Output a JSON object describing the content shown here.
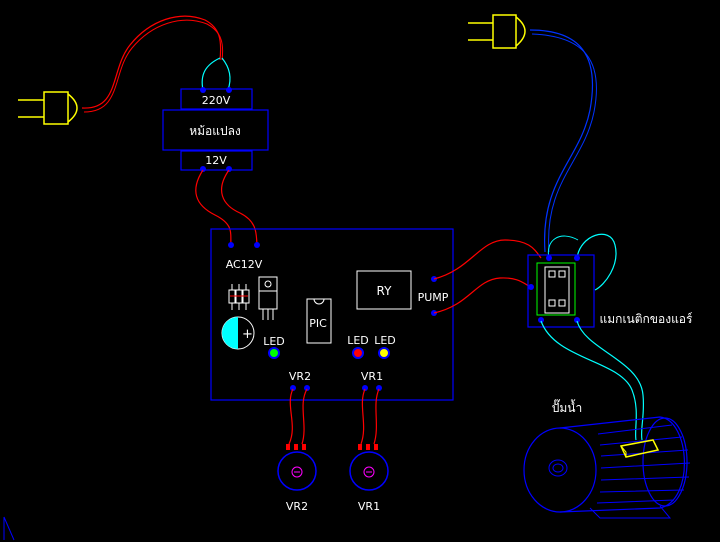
{
  "labels": {
    "transformer_top": "220V",
    "transformer_name": "หม้อแปลง",
    "transformer_bottom": "12V",
    "board_ac": "AC12V",
    "relay": "RY",
    "pump": "PUMP",
    "pic": "PIC",
    "led_green": "LED",
    "led_red": "LED",
    "led_yellow": "LED",
    "vr2_board": "VR2",
    "vr1_board": "VR1",
    "vr2_knob": "VR2",
    "vr1_knob": "VR1",
    "contactor": "แมกเนติกของแอร์",
    "motor": "ปั๊มน้ำ"
  },
  "colors": {
    "frame": "#0000ff",
    "cyan": "#00ffff",
    "red": "#ff0000",
    "yellow": "#ffff00",
    "blue_wire": "#0033ff",
    "node": "#0000ff",
    "led_green": "#00ff00",
    "led_red": "#ff0000",
    "led_yellow": "#ffff00",
    "capacitor_fill": "#00ffff",
    "pot_wiper": "#ff00ff"
  }
}
